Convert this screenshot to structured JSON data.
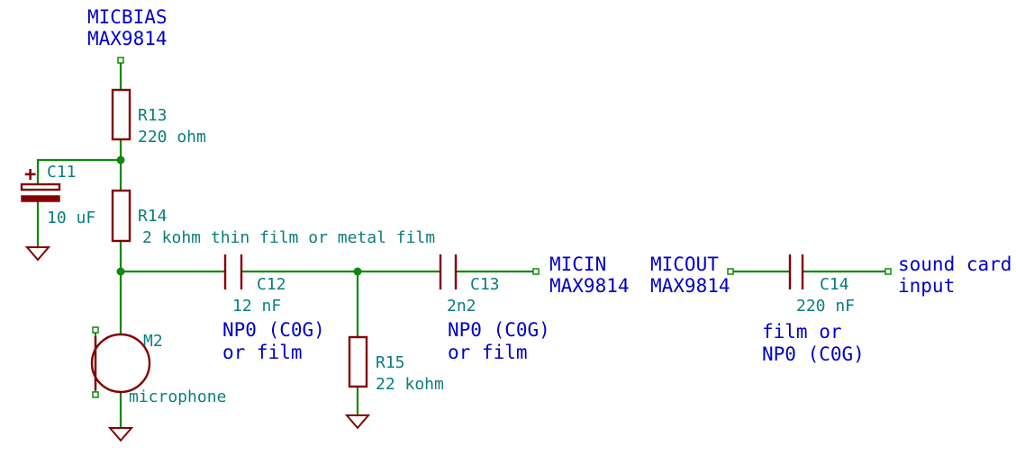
{
  "nets": {
    "micbias": [
      "MICBIAS",
      "MAX9814"
    ],
    "micin": [
      "MICIN",
      "MAX9814"
    ],
    "micout": [
      "MICOUT",
      "MAX9814"
    ],
    "soundcard": [
      "sound card",
      "input"
    ]
  },
  "components": {
    "r13": {
      "ref": "R13",
      "value": "220 ohm"
    },
    "r14": {
      "ref": "R14",
      "value": "2 kohm thin film or metal film"
    },
    "c11": {
      "ref": "C11",
      "value": "10 uF",
      "polarity": "+"
    },
    "c12": {
      "ref": "C12",
      "value": "12 nF",
      "note": [
        "NP0 (C0G)",
        "or film"
      ]
    },
    "c13": {
      "ref": "C13",
      "value": "2n2",
      "note": [
        "NP0 (C0G)",
        "or film"
      ]
    },
    "r15": {
      "ref": "R15",
      "value": "22 kohm"
    },
    "c14": {
      "ref": "C14",
      "value": "220 nF",
      "note": [
        "film or",
        "NP0 (C0G)"
      ]
    },
    "m2": {
      "ref": "M2",
      "value": "microphone"
    }
  },
  "colors": {
    "wire": "#0b8a0b",
    "component": "#840000",
    "reference_text": "#0a7d7d",
    "net_label": "#0000c8"
  }
}
